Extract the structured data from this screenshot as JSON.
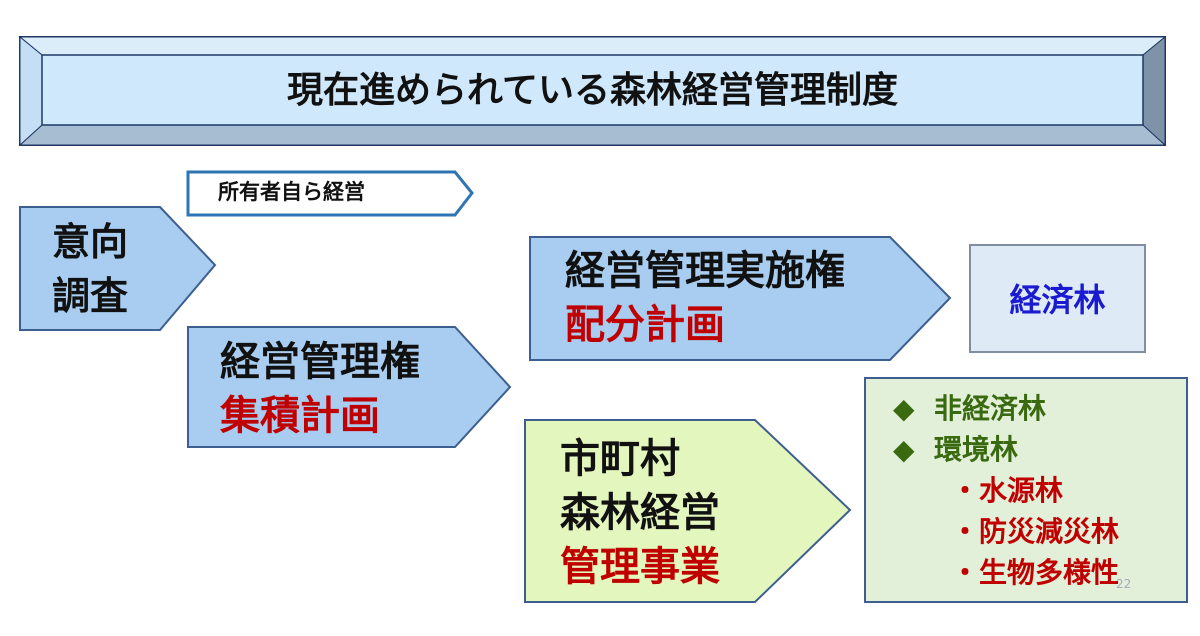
{
  "title": "現在進められている森林経営管理制度",
  "self_managed": "所有者自ら経営",
  "survey": {
    "line1": "意向",
    "line2": "調査"
  },
  "mgmt_right": {
    "label": "経営管理権",
    "plan": "集積計画"
  },
  "impl_right": {
    "label": "経営管理実施権",
    "plan": "配分計画"
  },
  "economic_forest": "経済林",
  "municipal": {
    "line1": "市町村",
    "line2": "森林経営",
    "line3": "管理事業"
  },
  "forest_types": {
    "main": [
      "非経済林",
      "環境林"
    ],
    "sub": [
      "水源林",
      "防災減災林",
      "生物多様性"
    ]
  },
  "slide_number": "22",
  "colors": {
    "blue_fill": "#a8cdf0",
    "green_fill": "#e3f6bd",
    "box_green": "#e2efd9",
    "red": "#c00000",
    "blue_text": "#1a1ad0",
    "green_text": "#3a6a10"
  }
}
